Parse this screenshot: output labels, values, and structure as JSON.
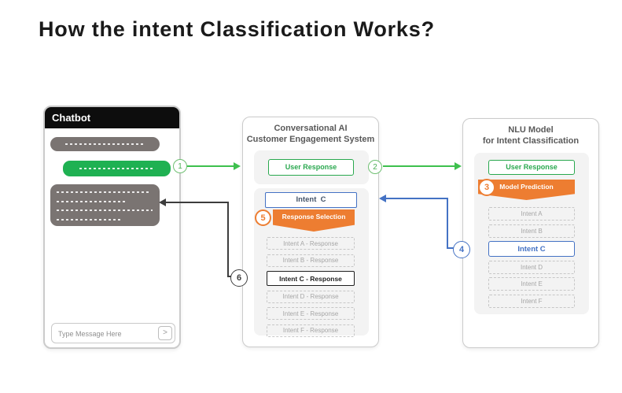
{
  "title": "How the intent Classification Works?",
  "steps": [
    "1",
    "2",
    "3",
    "4",
    "5",
    "6"
  ],
  "colors": {
    "green": "#1fb152",
    "green_arrow": "#3ec04e",
    "orange": "#ed7d31",
    "blue": "#4472c4",
    "dark_arrow": "#3d3d3d",
    "gray_bubble": "#7a7472",
    "muted_text": "#a6a6a6",
    "panel_header_text": "#595959"
  },
  "chatbot": {
    "header_label": "Chatbot",
    "input_placeholder": "Type Message Here",
    "send_icon_glyph": ">"
  },
  "middle_panel": {
    "title_line1": "Conversational AI",
    "title_line2": "Customer Engagement System",
    "user_response_label": "User Response",
    "intent_box_label": "Intent  C",
    "ribbon_label": "Response Selection",
    "responses": [
      "Intent A - Response",
      "Intent B - Response",
      "Intent C - Response",
      "Intent D - Response",
      "Intent E - Response",
      "Intent F - Response"
    ],
    "selected_response": "Intent C - Response"
  },
  "right_panel": {
    "title_line1": "NLU Model",
    "title_line2": "for Intent Classification",
    "user_response_label": "User Response",
    "ribbon_label": "Model Prediction",
    "intents": [
      "Intent A",
      "Intent B",
      "Intent C",
      "Intent D",
      "Intent E",
      "Intent F"
    ],
    "selected_intent": "Intent C"
  }
}
